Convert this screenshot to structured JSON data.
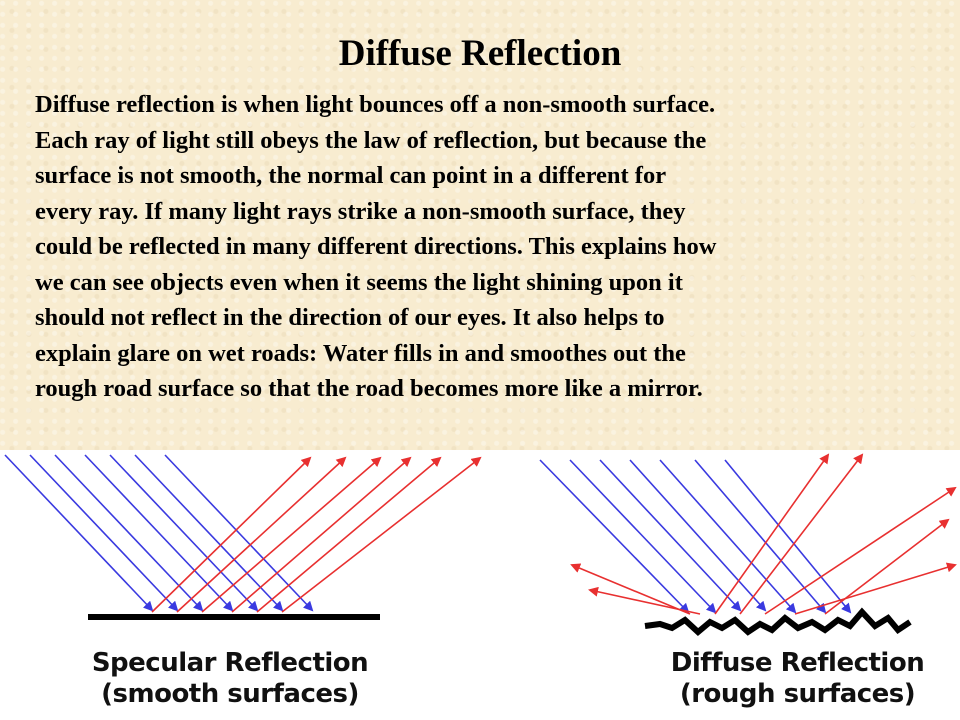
{
  "title": "Diffuse Reflection",
  "paragraph": "Diffuse reflection is when light bounces off a  non-smooth surface.\nEach ray of light still obeys the law of reflection, but because the\nsurface is not smooth, the normal can point in a different for\nevery ray.  If many light rays strike a non-smooth surface, they\ncould be reflected in many different directions.  This explains how\nwe can see objects even when it seems the light shining upon it\nshould not reflect in the direction of our eyes.  It also helps to\nexplain glare on wet roads: Water fills in and smoothes out the\nrough road surface so that the road becomes more like a mirror.",
  "diagrams": {
    "specular": {
      "caption_line1": "Specular Reflection",
      "caption_line2": "(smooth surfaces)"
    },
    "diffuse": {
      "caption_line1": "Diffuse Reflection",
      "caption_line2": "(rough surfaces)"
    }
  },
  "colors": {
    "incident_ray": "#3a3ae0",
    "reflected_ray": "#e83030",
    "surface": "#000000"
  }
}
